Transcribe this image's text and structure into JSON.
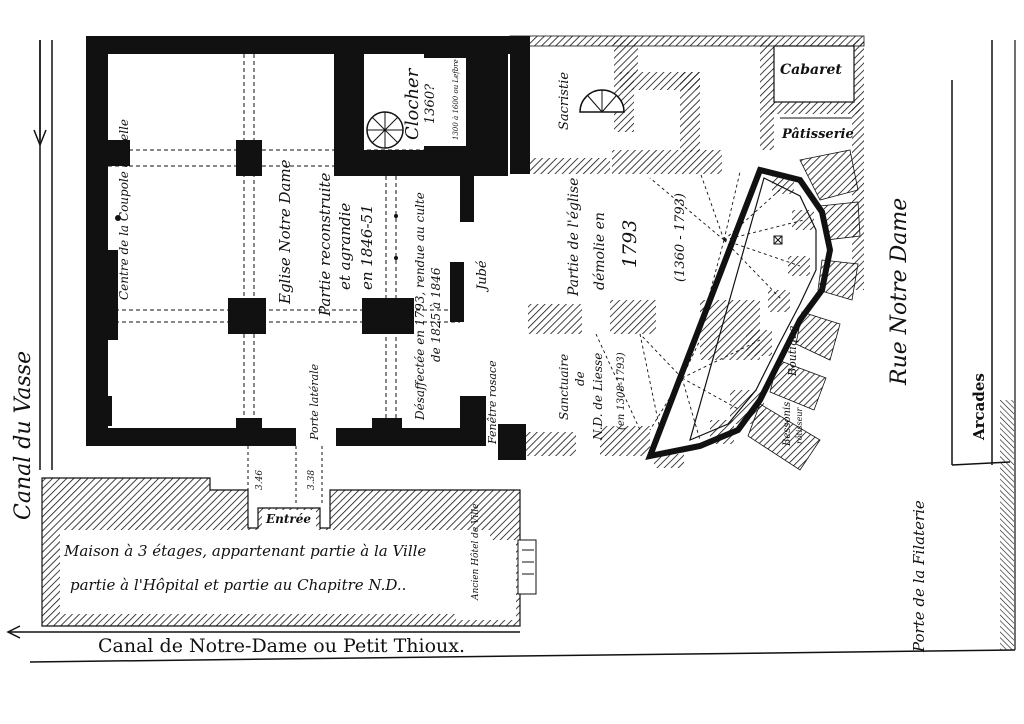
{
  "labels": {
    "canal_vasse": "Canal du Vasse",
    "canal_nd": "Canal de Notre-Dame ou Petit Thioux.",
    "rue_nd": "Rue Notre Dame",
    "porte_filaterie": "Porte de la Filaterie",
    "arcades": "Arcades",
    "cabaret": "Cabaret",
    "patisserie": "Pâtisserie",
    "sacristie": "Sacristie",
    "clocher": "Clocher",
    "clocher_date": "1360?",
    "clocher_note": "1300 à 1600 ou Lefbre",
    "centre_coupole": "Centre de la Coupole actuelle",
    "eglise": "Eglise Notre Dame",
    "partie_reconstruite_1": "Partie reconstruite",
    "partie_reconstruite_2": "et agrandie",
    "partie_reconstruite_3": "en 1846-51",
    "desaffectee": "Désaffectée en 1793, rendue au culte",
    "desaffectee_dates": "de 1825 à 1846",
    "jube": "Jubé",
    "partie_eglise_1": "Partie de l'église",
    "partie_eglise_2": "démolie en",
    "year_1793": "1793",
    "range_1360": "(1360 - 1793)",
    "porte_laterale": "Porte latérale",
    "fenetre_rosace": "Fenêtre rosace",
    "sanctuaire_1": "Sanctuaire",
    "sanctuaire_2": "de",
    "sanctuaire_3": "N.D. de Liesse",
    "sanctuaire_dates": "(en 1308-1793)",
    "boutique": "Boutique",
    "bessonis": "Bessonis",
    "rotisseur": "rôtisseur",
    "entree": "Entrée",
    "dim_1": "3.46",
    "dim_2": "3.38",
    "maison_1": "Maison à 3 étages, appartenant partie à la Ville",
    "maison_2": "partie à l'Hôpital et partie au Chapitre N.D..",
    "ancien_hotel": "Ancien Hôtel de Ville",
    "rotisseur_short": "rôtisseur"
  },
  "colors": {
    "ink": "#111111",
    "paper": "#ffffff"
  }
}
